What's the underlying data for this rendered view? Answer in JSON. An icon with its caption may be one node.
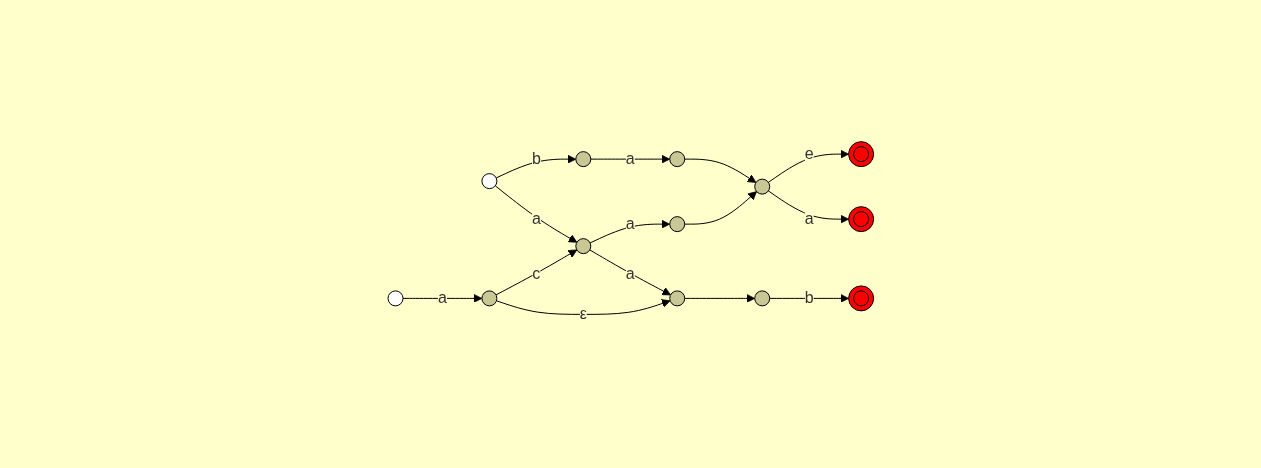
{
  "diagram": {
    "nodes": [
      {
        "text": [],
        "shape": "circle"
      },
      {
        "text": [],
        "shape": "circle"
      },
      {
        "text": [],
        "shape": "circle"
      },
      {
        "text": [],
        "shape": "circle"
      },
      {
        "text": [],
        "shape": "circle"
      },
      {
        "text": [],
        "shape": "circle"
      },
      {
        "text": [],
        "shape": "circle"
      },
      {
        "text": [],
        "shape": "circle"
      },
      {
        "text": [],
        "shape": "circle"
      },
      {
        "text": [],
        "shape": "circle"
      },
      {
        "text": [],
        "shape": "circle"
      },
      {
        "text": [],
        "shape": "circle"
      },
      {
        "text": [],
        "shape": "circle"
      }
    ],
    "edges": [
      {
        "from": 0,
        "to": 1,
        "label": "b",
        "arrow": "to"
      },
      {
        "from": 1,
        "to": 2,
        "label": "a",
        "arrow": "to"
      },
      {
        "from": 0,
        "to": 3,
        "label": "a",
        "arrow": "to"
      },
      {
        "from": 3,
        "to": 4,
        "label": "a",
        "arrow": "to"
      },
      {
        "from": 3,
        "to": 7,
        "label": "a",
        "arrow": "to"
      },
      {
        "from": 6,
        "to": 3,
        "label": "c",
        "arrow": "to"
      },
      {
        "from": 5,
        "to": 6,
        "label": "a",
        "arrow": "to"
      },
      {
        "from": 6,
        "to": 7,
        "label": "ε",
        "arrow": "to"
      },
      {
        "from": 2,
        "to": 8,
        "arrow": "to"
      },
      {
        "from": 4,
        "to": 8,
        "arrow": "to"
      },
      {
        "from": 7,
        "to": 11,
        "arrow": "to"
      },
      {
        "from": 8,
        "to": 9,
        "label": "e",
        "arrow": "to"
      },
      {
        "from": 8,
        "to": 10,
        "label": "a",
        "arrow": "to"
      },
      {
        "from": 11,
        "to": 12,
        "label": "b",
        "arrow": "to"
      }
    ]
  }
}
